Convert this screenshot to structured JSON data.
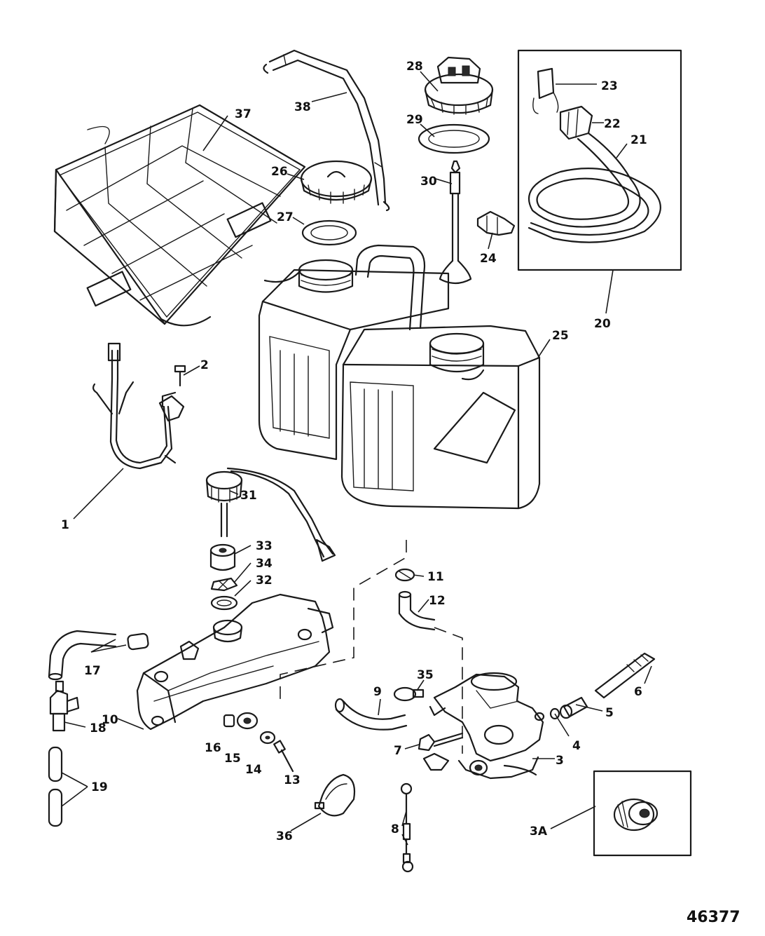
{
  "figure_number": "46377",
  "callouts": [
    {
      "id": "c1",
      "label": "1"
    },
    {
      "id": "c2",
      "label": "2"
    },
    {
      "id": "c3",
      "label": "3"
    },
    {
      "id": "c3a",
      "label": "3A"
    },
    {
      "id": "c4",
      "label": "4"
    },
    {
      "id": "c5",
      "label": "5"
    },
    {
      "id": "c6",
      "label": "6"
    },
    {
      "id": "c7",
      "label": "7"
    },
    {
      "id": "c8",
      "label": "8"
    },
    {
      "id": "c9",
      "label": "9"
    },
    {
      "id": "c10",
      "label": "10"
    },
    {
      "id": "c11",
      "label": "11"
    },
    {
      "id": "c12",
      "label": "12"
    },
    {
      "id": "c13",
      "label": "13"
    },
    {
      "id": "c14",
      "label": "14"
    },
    {
      "id": "c15",
      "label": "15"
    },
    {
      "id": "c16",
      "label": "16"
    },
    {
      "id": "c17",
      "label": "17"
    },
    {
      "id": "c18",
      "label": "18"
    },
    {
      "id": "c19",
      "label": "19"
    },
    {
      "id": "c20",
      "label": "20"
    },
    {
      "id": "c21",
      "label": "21"
    },
    {
      "id": "c22",
      "label": "22"
    },
    {
      "id": "c23",
      "label": "23"
    },
    {
      "id": "c24",
      "label": "24"
    },
    {
      "id": "c25",
      "label": "25"
    },
    {
      "id": "c26",
      "label": "26"
    },
    {
      "id": "c27",
      "label": "27"
    },
    {
      "id": "c28",
      "label": "28"
    },
    {
      "id": "c29",
      "label": "29"
    },
    {
      "id": "c30",
      "label": "30"
    },
    {
      "id": "c31",
      "label": "31"
    },
    {
      "id": "c32",
      "label": "32"
    },
    {
      "id": "c33",
      "label": "33"
    },
    {
      "id": "c34",
      "label": "34"
    },
    {
      "id": "c35",
      "label": "35"
    },
    {
      "id": "c36",
      "label": "36"
    },
    {
      "id": "c37",
      "label": "37"
    },
    {
      "id": "c38",
      "label": "38"
    }
  ]
}
